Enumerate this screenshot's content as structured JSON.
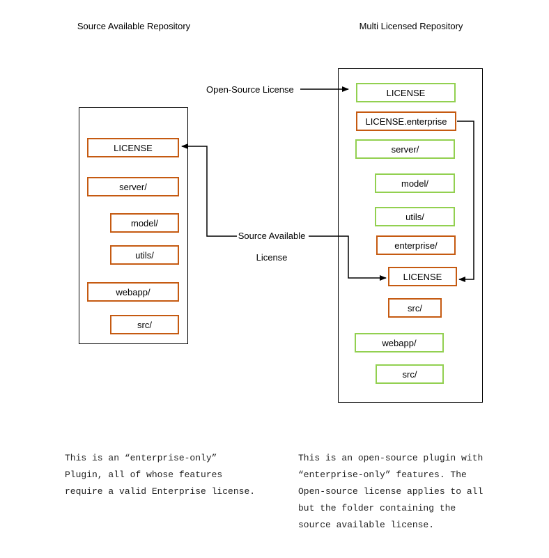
{
  "colors": {
    "orange_border": "#C55A11",
    "green_border": "#92D050",
    "connector": "#000000"
  },
  "left_repo": {
    "title": "Source Available Repository",
    "items": [
      {
        "label": "LICENSE"
      },
      {
        "label": "server/"
      },
      {
        "label": "model/"
      },
      {
        "label": "utils/"
      },
      {
        "label": "webapp/"
      },
      {
        "label": "src/"
      }
    ],
    "description_lines": [
      "This is an “enterprise-only”",
      "Plugin, all of whose features",
      "require a valid Enterprise license."
    ]
  },
  "right_repo": {
    "title": "Multi Licensed Repository",
    "items": [
      {
        "label": "LICENSE"
      },
      {
        "label": "LICENSE.enterprise"
      },
      {
        "label": "server/"
      },
      {
        "label": "model/"
      },
      {
        "label": "utils/"
      },
      {
        "label": "enterprise/"
      },
      {
        "label": "LICENSE"
      },
      {
        "label": "src/"
      },
      {
        "label": "webapp/"
      },
      {
        "label": "src/"
      }
    ],
    "description_lines": [
      "This is an open-source plugin with",
      "“enterprise-only” features. The",
      "Open-source license applies to all",
      "but the folder containing the",
      "source available license."
    ]
  },
  "annotations": {
    "open_source_label": "Open-Source License",
    "source_available_label_line1": "Source Available",
    "source_available_label_line2": "License"
  }
}
